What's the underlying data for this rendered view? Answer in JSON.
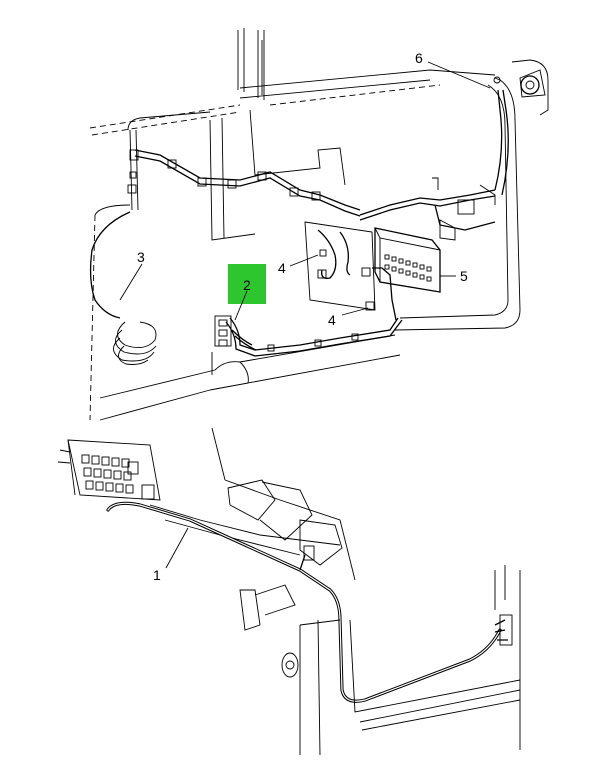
{
  "callouts": {
    "c1": "1",
    "c2": "2",
    "c3": "3",
    "c4a": "4",
    "c4b": "4",
    "c5": "5",
    "c6": "6"
  },
  "highlight": {
    "callout": "2",
    "color": "#2ec62e"
  }
}
